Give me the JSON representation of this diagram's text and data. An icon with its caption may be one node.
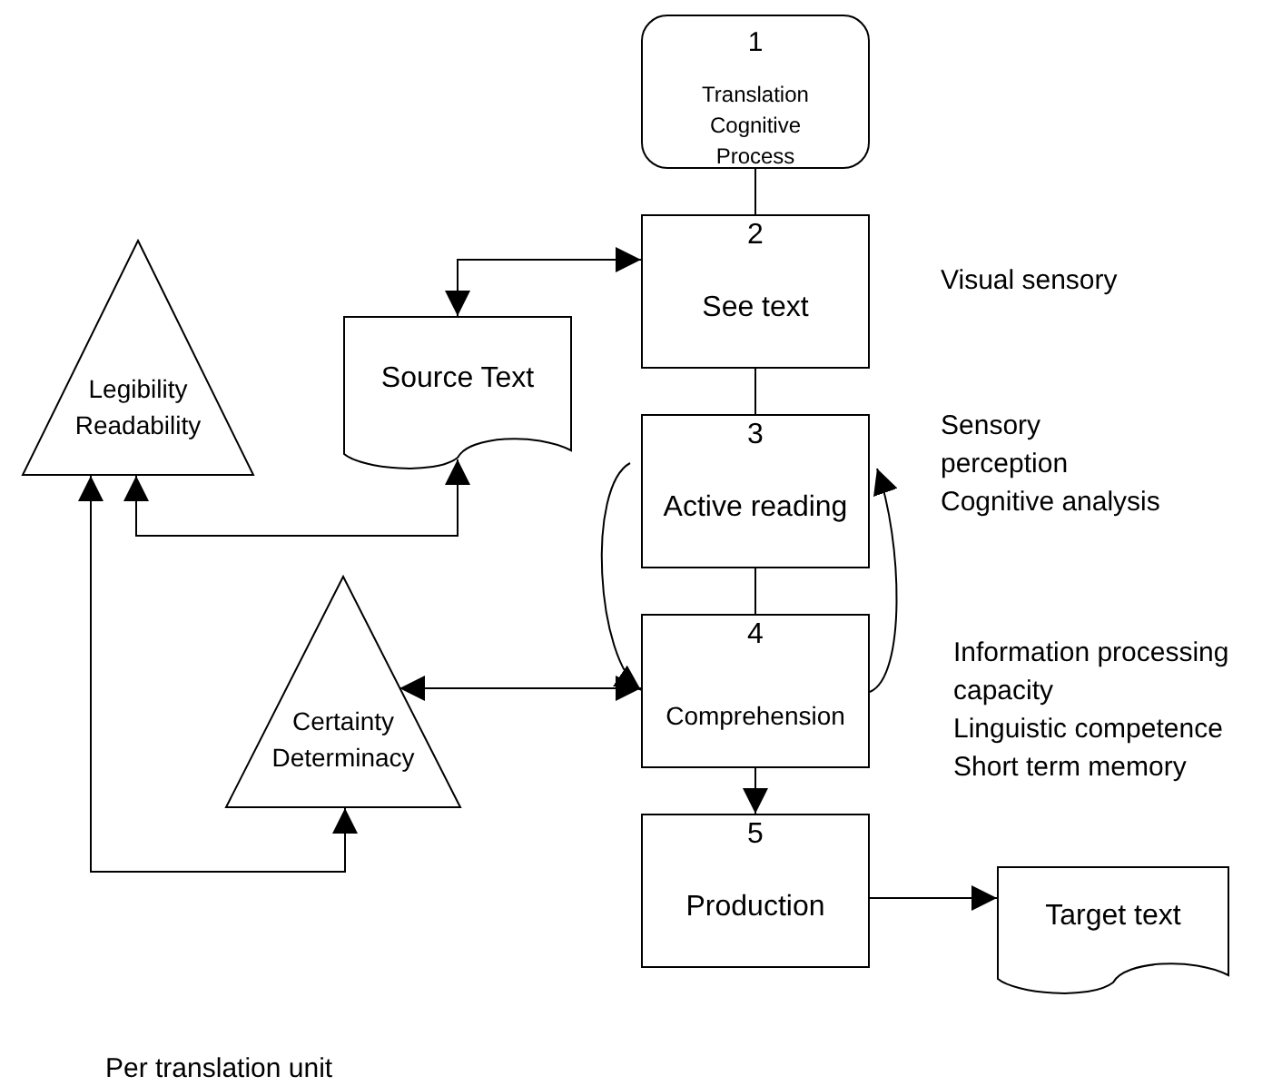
{
  "diagram": {
    "nodes": [
      {
        "text": [
          "1",
          "Translation Cognitive Process"
        ]
      },
      {
        "text": [
          "2",
          "See text"
        ],
        "beside": [
          "Visual sensory"
        ]
      },
      {
        "text": [
          "3",
          "Active reading"
        ],
        "beside": [
          "Sensory perception",
          "Cognitive analysis"
        ]
      },
      {
        "text": [
          "4",
          "Comprehension"
        ],
        "beside": [
          "Information processing capacity",
          "Linguistic competence",
          "Short term memory"
        ]
      },
      {
        "text": [
          "5",
          "Production"
        ]
      },
      {
        "text": [
          "Source Text"
        ]
      },
      {
        "text": [
          "Target text"
        ]
      },
      {
        "text": [
          "Legibility Readability"
        ]
      },
      {
        "text": [
          "Certainty Determinacy"
        ]
      }
    ],
    "edges": [
      {
        "from": 0,
        "to": 1,
        "arrow": "none"
      },
      {
        "from": 1,
        "to": 2,
        "arrow": "none"
      },
      {
        "from": 2,
        "to": 3,
        "arrow": "none"
      },
      {
        "from": 3,
        "to": 4,
        "arrow": "to"
      },
      {
        "from": 4,
        "to": 6,
        "arrow": "to"
      },
      {
        "from": 5,
        "to": 1,
        "arrow": "both"
      },
      {
        "from": 7,
        "to": 5,
        "arrow": "both"
      },
      {
        "from": 7,
        "to": 8,
        "arrow": "both"
      },
      {
        "from": 8,
        "to": 3,
        "arrow": "both"
      },
      {
        "from": 2,
        "to": 3,
        "arrow": "to"
      },
      {
        "from": 3,
        "to": 2,
        "arrow": "to"
      }
    ],
    "labels": [
      "Per translation unit"
    ]
  }
}
